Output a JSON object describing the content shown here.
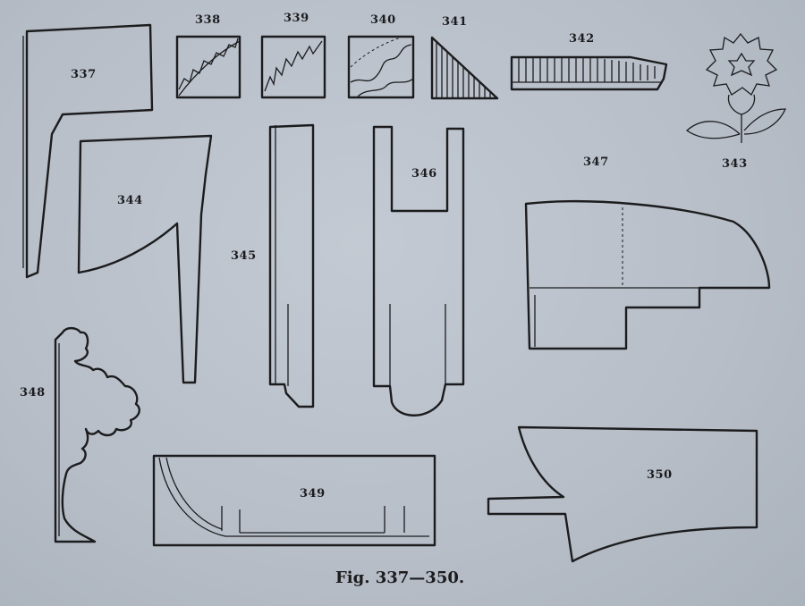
{
  "labels": {
    "f337": "337",
    "f338": "338",
    "f339": "339",
    "f340": "340",
    "f341": "341",
    "f342": "342",
    "f343": "343",
    "f344": "344",
    "f345": "345",
    "f346": "346",
    "f347": "347",
    "f348": "348",
    "f349": "349",
    "f350": "350"
  },
  "caption": "Fig. 337—350."
}
